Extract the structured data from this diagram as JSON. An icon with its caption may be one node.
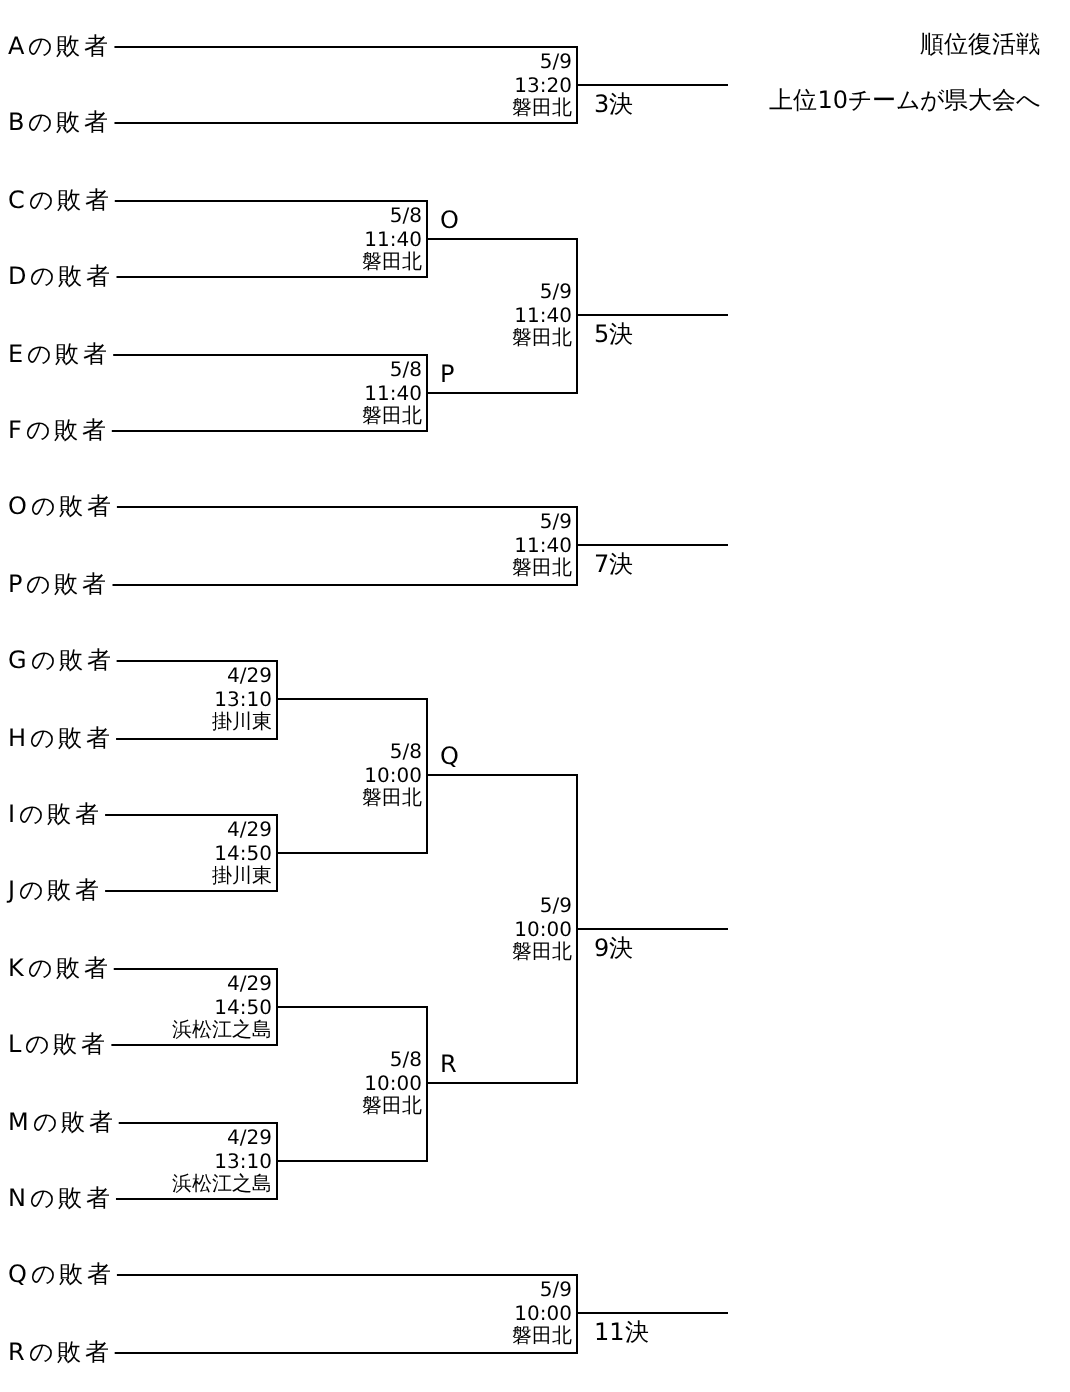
{
  "diagram": {
    "title": "順位復活戦",
    "nodes": [
      {
        "text": [
          "Aの敗者"
        ]
      },
      {
        "text": [
          "5/9",
          "13:20",
          "磐田北"
        ]
      },
      {
        "text": [
          "Bの敗者"
        ]
      },
      {
        "text": [
          "Cの敗者"
        ]
      },
      {
        "text": [
          "5/8",
          "11:40",
          "磐田北"
        ]
      },
      {
        "text": [
          "Dの敗者"
        ]
      },
      {
        "text": [
          "5/9",
          "11:40",
          "磐田北"
        ]
      },
      {
        "text": [
          "Eの敗者"
        ]
      },
      {
        "text": [
          "5/8",
          "11:40",
          "磐田北"
        ]
      },
      {
        "text": [
          "Fの敗者"
        ]
      },
      {
        "text": [
          "Oの敗者"
        ]
      },
      {
        "text": [
          "5/9",
          "11:40",
          "磐田北"
        ]
      },
      {
        "text": [
          "Pの敗者"
        ]
      },
      {
        "text": [
          "Gの敗者"
        ]
      },
      {
        "text": [
          "4/29",
          "13:10",
          "掛川東"
        ]
      },
      {
        "text": [
          "Hの敗者"
        ]
      },
      {
        "text": [
          "5/8",
          "10:00",
          "磐田北"
        ]
      },
      {
        "text": [
          "Iの敗者"
        ]
      },
      {
        "text": [
          "4/29",
          "14:50",
          "掛川東"
        ]
      },
      {
        "text": [
          "Jの敗者"
        ]
      },
      {
        "text": [
          "5/9",
          "10:00",
          "磐田北"
        ]
      },
      {
        "text": [
          "Kの敗者"
        ]
      },
      {
        "text": [
          "4/29",
          "14:50",
          "浜松江之島"
        ]
      },
      {
        "text": [
          "Lの敗者"
        ]
      },
      {
        "text": [
          "5/8",
          "10:00",
          "磐田北"
        ]
      },
      {
        "text": [
          "Mの敗者"
        ]
      },
      {
        "text": [
          "4/29",
          "13:10",
          "浜松江之島"
        ]
      },
      {
        "text": [
          "Nの敗者"
        ]
      },
      {
        "text": [
          "Qの敗者"
        ]
      },
      {
        "text": [
          "5/9",
          "10:00",
          "磐田北"
        ]
      },
      {
        "text": [
          "Rの敗者"
        ]
      }
    ],
    "edges": [
      {
        "from": 0,
        "to": 1,
        "arrow": "none"
      },
      {
        "from": 2,
        "to": 1,
        "arrow": "none"
      },
      {
        "from": 1,
        "to": null,
        "arrow": "none",
        "label": "3決"
      },
      {
        "from": 3,
        "to": 4,
        "arrow": "none"
      },
      {
        "from": 5,
        "to": 4,
        "arrow": "none"
      },
      {
        "from": 7,
        "to": 8,
        "arrow": "none"
      },
      {
        "from": 9,
        "to": 8,
        "arrow": "none"
      },
      {
        "from": 4,
        "to": 6,
        "arrow": "none",
        "label": "O"
      },
      {
        "from": 8,
        "to": 6,
        "arrow": "none",
        "label": "P"
      },
      {
        "from": 6,
        "to": null,
        "arrow": "none",
        "label": "5決"
      },
      {
        "from": 10,
        "to": 11,
        "arrow": "none"
      },
      {
        "from": 12,
        "to": 11,
        "arrow": "none"
      },
      {
        "from": 11,
        "to": null,
        "arrow": "none",
        "label": "7決"
      },
      {
        "from": 13,
        "to": 14,
        "arrow": "none"
      },
      {
        "from": 15,
        "to": 14,
        "arrow": "none"
      },
      {
        "from": 17,
        "to": 18,
        "arrow": "none"
      },
      {
        "from": 19,
        "to": 18,
        "arrow": "none"
      },
      {
        "from": 14,
        "to": 16,
        "arrow": "none"
      },
      {
        "from": 18,
        "to": 16,
        "arrow": "none"
      },
      {
        "from": 16,
        "to": 20,
        "arrow": "none",
        "label": "Q"
      },
      {
        "from": 21,
        "to": 22,
        "arrow": "none"
      },
      {
        "from": 23,
        "to": 22,
        "arrow": "none"
      },
      {
        "from": 25,
        "to": 26,
        "arrow": "none"
      },
      {
        "from": 27,
        "to": 26,
        "arrow": "none"
      },
      {
        "from": 22,
        "to": 24,
        "arrow": "none"
      },
      {
        "from": 26,
        "to": 24,
        "arrow": "none"
      },
      {
        "from": 24,
        "to": 20,
        "arrow": "none",
        "label": "R"
      },
      {
        "from": 20,
        "to": null,
        "arrow": "none",
        "label": "9決"
      },
      {
        "from": 28,
        "to": 29,
        "arrow": "none"
      },
      {
        "from": 30,
        "to": 29,
        "arrow": "none"
      },
      {
        "from": 29,
        "to": null,
        "arrow": "none",
        "label": "11決"
      }
    ],
    "labels": [
      "上位10チームが県大会へ"
    ]
  }
}
